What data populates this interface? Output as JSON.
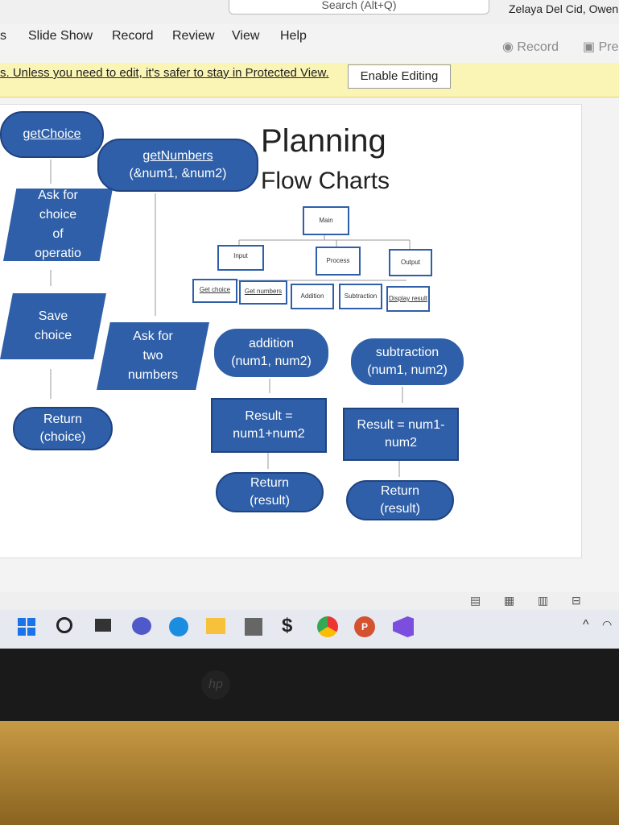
{
  "window": {
    "search_placeholder": "Search (Alt+Q)",
    "user_name": "Zelaya Del Cid, Owen"
  },
  "ribbon": {
    "tabs": [
      "s",
      "Slide Show",
      "Record",
      "Review",
      "View",
      "Help"
    ],
    "record_button": "Record",
    "present_button": "Pre"
  },
  "protected_view": {
    "message": "s. Unless you need to edit, it's safer to stay in Protected View.",
    "enable_button": "Enable Editing"
  },
  "slide": {
    "title": "Planning",
    "subtitle": "Flow Charts",
    "getchoice": {
      "start": "getChoice",
      "ask": [
        "Ask for",
        "choice",
        "of",
        "operatio"
      ],
      "save": [
        "Save",
        "choice"
      ],
      "return": [
        "Return",
        "(choice)"
      ]
    },
    "getnumbers": {
      "start": [
        "getNumbers",
        "(&num1, &num2)"
      ],
      "ask": [
        "Ask for",
        "two",
        "numbers"
      ]
    },
    "hierarchy": {
      "main": "Main",
      "input": "Input",
      "process": "Process",
      "output": "Output",
      "get_choice": "Get choice",
      "get_numbers": "Get numbers",
      "addition": "Addition",
      "subtraction": "Subtraction",
      "display_result": "Display result"
    },
    "addition": {
      "start": [
        "addition",
        "(num1, num2)"
      ],
      "result": [
        "Result =",
        "num1+num2"
      ],
      "return": [
        "Return",
        "(result)"
      ]
    },
    "subtraction": {
      "start": [
        "subtraction",
        "(num1, num2)"
      ],
      "result": [
        "Result = num1-",
        "num2"
      ],
      "return": [
        "Return",
        "(result)"
      ]
    }
  },
  "colors": {
    "shape_fill": "#2e5fa8",
    "protected_bar": "#fbf5b5"
  },
  "taskbar_icons": [
    "windows-icon",
    "search-icon",
    "task-view-icon",
    "teams-icon",
    "edge-icon",
    "file-explorer-icon",
    "store-icon",
    "dollar-icon",
    "chrome-icon",
    "powerpoint-icon",
    "visual-studio-icon"
  ]
}
